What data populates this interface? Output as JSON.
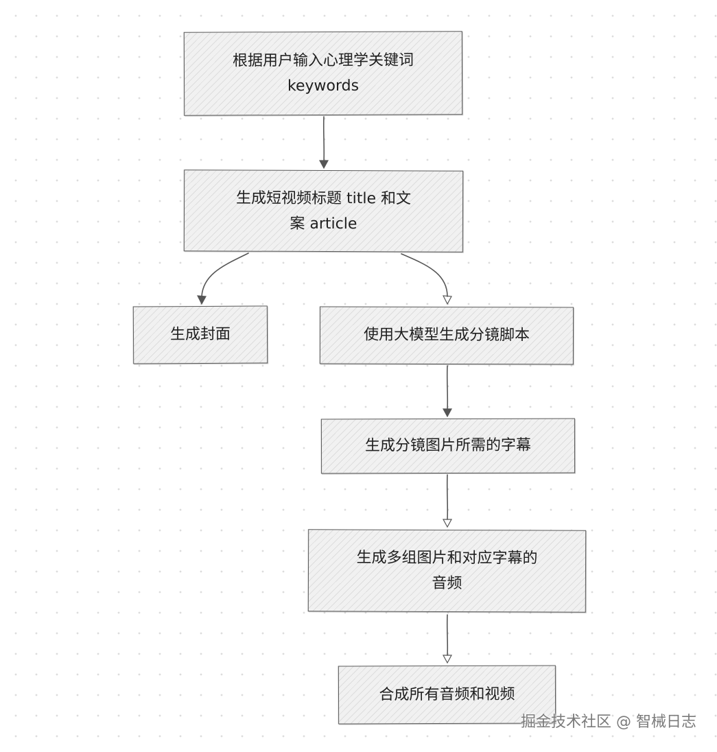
{
  "nodes": {
    "n1": {
      "lines": [
        "根据用户输入心理学关键词",
        "keywords"
      ]
    },
    "n2": {
      "lines": [
        "生成短视频标题 title 和文",
        "案 article"
      ]
    },
    "n3": {
      "lines": [
        "生成封面"
      ]
    },
    "n4": {
      "lines": [
        "使用大模型生成分镜脚本"
      ]
    },
    "n5": {
      "lines": [
        "生成分镜图片所需的字幕"
      ]
    },
    "n6": {
      "lines": [
        "生成多组图片和对应字幕的",
        "音频"
      ]
    },
    "n7": {
      "lines": [
        "合成所有音频和视频"
      ]
    }
  },
  "edges": [
    {
      "from": "n1",
      "to": "n2",
      "arrow": "filled"
    },
    {
      "from": "n2",
      "to": "n3",
      "arrow": "filled"
    },
    {
      "from": "n2",
      "to": "n4",
      "arrow": "open"
    },
    {
      "from": "n4",
      "to": "n5",
      "arrow": "filled"
    },
    {
      "from": "n5",
      "to": "n6",
      "arrow": "open"
    },
    {
      "from": "n6",
      "to": "n7",
      "arrow": "open"
    }
  ],
  "watermark": "掘金技术社区 @ 智械日志",
  "colors": {
    "stroke": "#555555",
    "fill": "#f1f1f1",
    "text": "#1e1e1e"
  }
}
